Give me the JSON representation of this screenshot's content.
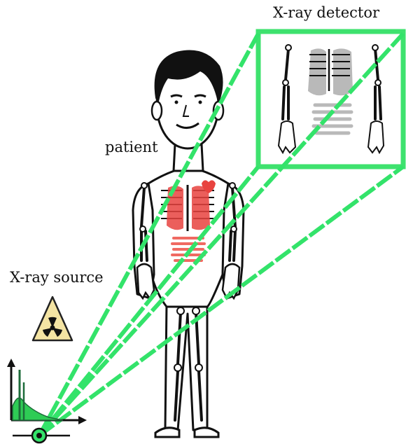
{
  "labels": {
    "detector": "X-ray detector",
    "patient": "patient",
    "source": "X-ray source"
  },
  "colors": {
    "beam": "#33e36a",
    "detector_frame": "#3ee26e",
    "organ_red": "#e8433f",
    "organ_red_light": "#f06a62",
    "shadow_gray": "#b9b9b9",
    "hazard_yellow": "#f4e4a3",
    "spectrum_green": "#2ecc55",
    "spectrum_dark": "#1d6b3a"
  },
  "icons": {
    "hazard": "radiation-trefoil-icon",
    "source": "x-ray-source-icon"
  }
}
